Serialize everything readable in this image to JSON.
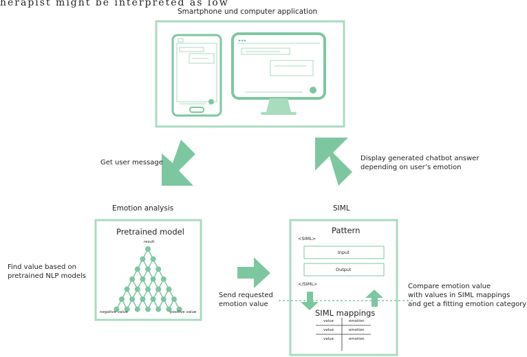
{
  "top_fragment": "herapist might be interpreted as low",
  "device_section": {
    "title": "Smartphone und computer application"
  },
  "left_arrow_label": "Get user message",
  "right_arrow_label": {
    "line1": "Display generated chatbot answer",
    "line2": "depending on user’s emotion"
  },
  "emotion_analysis": {
    "title": "Emotion analysis",
    "box_title": "Pretrained model",
    "top_label": "result",
    "bottom_left_label": "negative value",
    "bottom_right_label": "positive value",
    "side_text": {
      "line1": "Find value based on",
      "line2": "pretrained NLP models"
    }
  },
  "middle_arrow_label": {
    "line1": "Send requested",
    "line2": "emotion value"
  },
  "siml": {
    "title": "SIML",
    "pattern_title": "Pattern",
    "open_tag": "<SIML>",
    "input_label": "Input",
    "output_label": "Output",
    "close_tag": "</SIML>",
    "mappings_title": "SIML mappings",
    "mapping_rows": [
      {
        "value": "value",
        "emotion": "emotion"
      },
      {
        "value": "value",
        "emotion": "emotion"
      },
      {
        "value": "value",
        "emotion": "emotion"
      }
    ],
    "side_text": {
      "line1": "Compare emotion value",
      "line2": "with values in SIML mappings",
      "line3": "and get a fitting emotion category"
    }
  },
  "colors": {
    "green": "#7dc7a0",
    "light_green": "#a9dbbf",
    "text": "#222222"
  }
}
